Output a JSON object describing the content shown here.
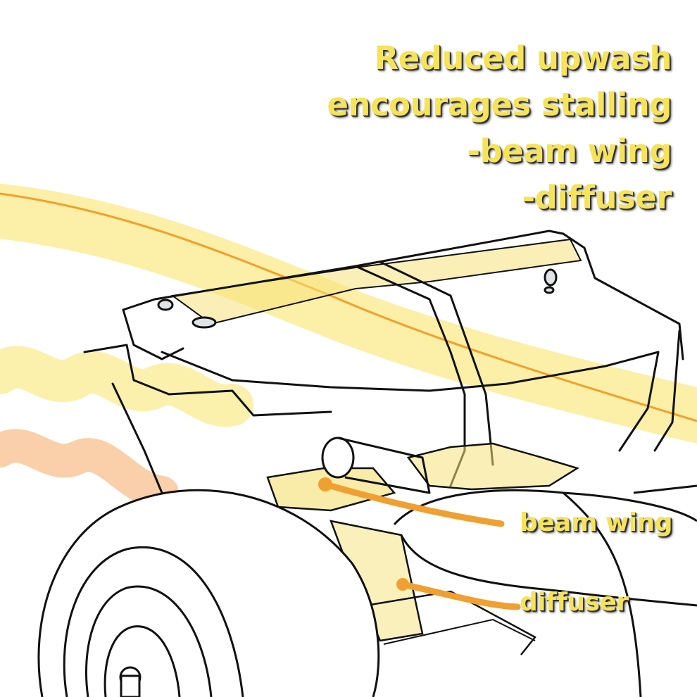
{
  "caption": {
    "lines": [
      "Reduced upwash",
      "encourages stalling",
      "-beam wing",
      "-diffuser"
    ]
  },
  "labels": {
    "beam_wing": "beam wing",
    "diffuser": "diffuser"
  },
  "colors": {
    "text_yellow": "#F5E35A",
    "airflow_yellow": "#FBE98A",
    "airflow_orange": "#F2A02A",
    "airflow_peach": "#F8C89A",
    "highlight_yellow": "#F6E27A",
    "pointer_orange": "#F0A030",
    "line_black": "#111111"
  }
}
